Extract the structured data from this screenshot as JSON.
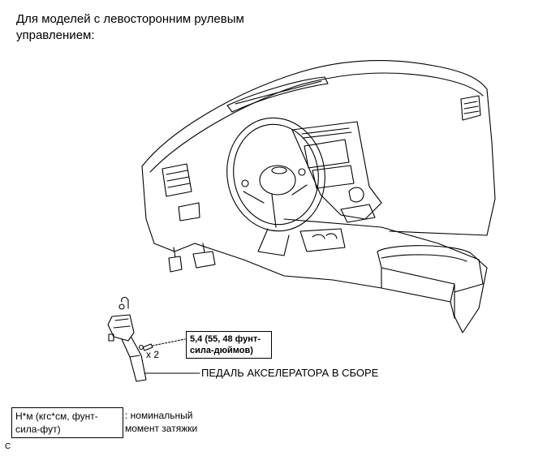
{
  "heading": "Для моделей с левосторонним рулевым управлением:",
  "torque_callout": {
    "line1": "5,4 (55, 48 фунт-",
    "line2": "сила-дюймов)"
  },
  "bolt_quantity": "x 2",
  "part_label": "ПЕДАЛЬ АКСЕЛЕРАТОРА В СБОРЕ",
  "legend": {
    "box_line1": "Н*м (кгс*см, фунт-",
    "box_line2": "сила-фут)",
    "text_line1": ": номинальный",
    "text_line2": "момент затяжки"
  },
  "footer_code": "C"
}
